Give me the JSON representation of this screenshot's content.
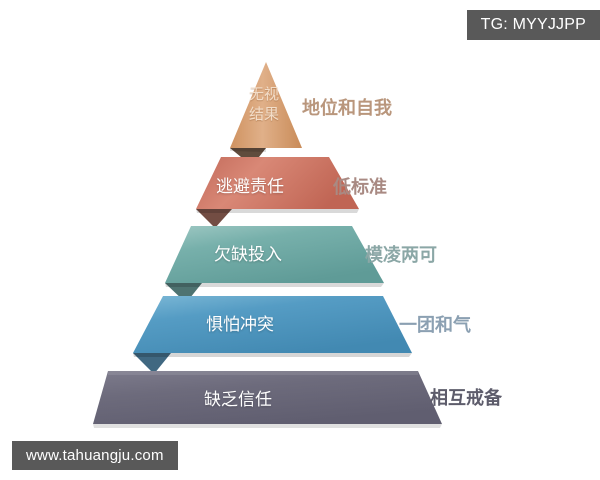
{
  "page": {
    "background_color": "#ffffff",
    "title": "Five Dysfunctions Pyramid"
  },
  "watermarks": {
    "top_right": "TG: MYYJJPP",
    "bottom_left": "www.tahuangju.com",
    "badge_bg": "#595959",
    "badge_fg": "#ffffff"
  },
  "chart_data": {
    "type": "pyramid",
    "title": "",
    "orientation": "apex-top",
    "levels": [
      {
        "index": 1,
        "inner_label": "无视结果",
        "inner_label_lines": [
          "无视",
          "结果"
        ],
        "side_label": "地位和自我",
        "fill_color": "#d59a6a",
        "fill_color_light": "#e0b089",
        "side_label_color": "#b9967c"
      },
      {
        "index": 2,
        "inner_label": "逃避责任",
        "side_label": "低标准",
        "fill_color": "#c9705f",
        "fill_color_light": "#d98876",
        "side_label_color": "#a98a83"
      },
      {
        "index": 3,
        "inner_label": "欠缺投入",
        "side_label": "模凌两可",
        "fill_color": "#6fa8a4",
        "fill_color_light": "#8fc0bb",
        "side_label_color": "#8ba7a6"
      },
      {
        "index": 4,
        "inner_label": "惧怕冲突",
        "side_label": "一团和气",
        "fill_color": "#4f96bf",
        "fill_color_light": "#76b3d3",
        "side_label_color": "#8ba0b2"
      },
      {
        "index": 5,
        "inner_label": "缺乏信任",
        "side_label": "相互戒备",
        "fill_color": "#6d6b7c",
        "fill_color_light": "#807e90",
        "side_label_color": "#5d5c6b"
      }
    ]
  }
}
